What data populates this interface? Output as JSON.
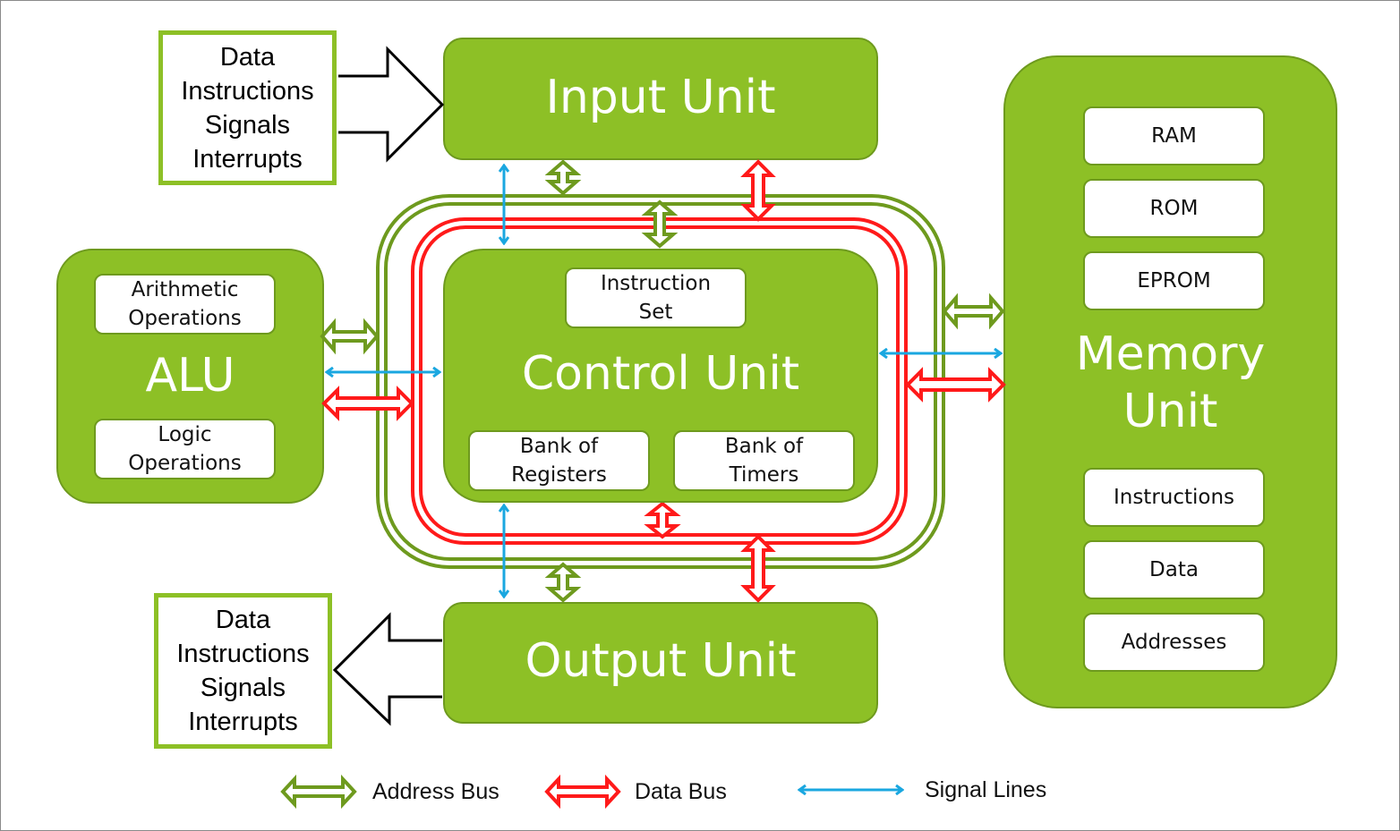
{
  "external_input": {
    "label": "Data\nInstructions\nSignals\nInterrupts"
  },
  "external_output": {
    "label": "Data\nInstructions\nSignals\nInterrupts"
  },
  "input_unit": {
    "title": "Input Unit"
  },
  "output_unit": {
    "title": "Output Unit"
  },
  "control_unit": {
    "title": "Control Unit",
    "instruction_set": "Instruction\nSet",
    "registers": "Bank of\nRegisters",
    "timers": "Bank of\nTimers"
  },
  "alu": {
    "title": "ALU",
    "arithmetic": "Arithmetic\nOperations",
    "logic": "Logic\nOperations"
  },
  "memory_unit": {
    "title": "Memory\nUnit",
    "items": [
      "RAM",
      "ROM",
      "EPROM",
      "Instructions",
      "Data",
      "Addresses"
    ]
  },
  "legend": {
    "address_bus": "Address Bus",
    "data_bus": "Data Bus",
    "signal_lines": "Signal Lines"
  },
  "colors": {
    "unit_fill": "#8dc026",
    "address_bus": "#6e9a1e",
    "data_bus": "#ff1a1a",
    "signal_lines": "#1aa7e0"
  }
}
